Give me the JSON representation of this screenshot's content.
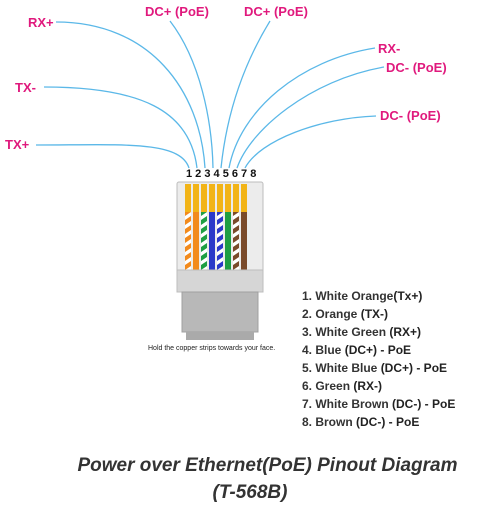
{
  "pins": [
    {
      "number": "1",
      "signal_label": "TX+",
      "wire": "White Orange",
      "color": "#f28a1c",
      "striped": true
    },
    {
      "number": "2",
      "signal_label": "TX-",
      "wire": "Orange",
      "color": "#f28a1c",
      "striped": false
    },
    {
      "number": "3",
      "signal_label": "RX+",
      "wire": "White Green",
      "color": "#1e9e43",
      "striped": true
    },
    {
      "number": "4",
      "signal_label": "DC+ (PoE)",
      "wire": "Blue",
      "color": "#2a39c9",
      "striped": false
    },
    {
      "number": "5",
      "signal_label": "DC+ (PoE)",
      "wire": "White Blue",
      "color": "#2a39c9",
      "striped": true
    },
    {
      "number": "6",
      "signal_label": "RX-",
      "wire": "Green",
      "color": "#1e9e43",
      "striped": false
    },
    {
      "number": "7",
      "signal_label": "DC- (PoE)",
      "wire": "White Brown",
      "color": "#7a4a2a",
      "striped": true
    },
    {
      "number": "8",
      "signal_label": "DC- (PoE)",
      "wire": "Brown",
      "color": "#7a4a2a",
      "striped": false
    }
  ],
  "pin_numbers_text": "1 2 3 4 5 6 7 8",
  "connector_note": "Hold the copper strips towards your face.",
  "wire_list": [
    {
      "prefix": "1. White Orange",
      "signal": "(Tx+)"
    },
    {
      "prefix": "2. Orange",
      "signal": "(TX-)"
    },
    {
      "prefix": "3. White Green",
      "signal": "(RX+)"
    },
    {
      "prefix": "4. Blue",
      "signal": "(DC+) - PoE"
    },
    {
      "prefix": "5. White Blue",
      "signal": "(DC+) - PoE"
    },
    {
      "prefix": "6. Green",
      "signal": "(RX-)"
    },
    {
      "prefix": "7. White Brown",
      "signal": "(DC-) - PoE"
    },
    {
      "prefix": "8. Brown",
      "signal": "(DC-) - PoE"
    }
  ],
  "title_line1": "Power over Ethernet(PoE) Pinout Diagram",
  "title_line2": "(T-568B)",
  "colors": {
    "label": "#e0197d",
    "curve": "#5bb8e8",
    "contact": "#f2b417",
    "body": "#d0d0d0"
  }
}
